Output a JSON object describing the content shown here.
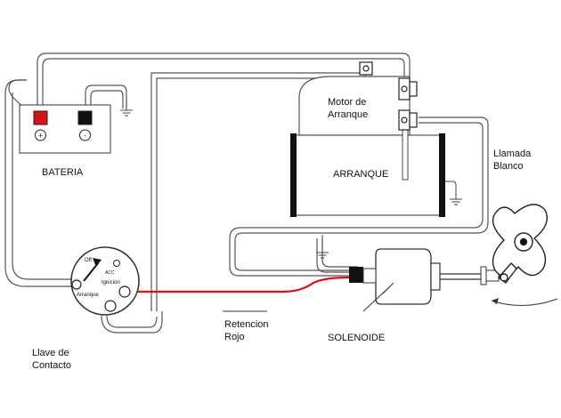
{
  "labels": {
    "bateria": "BATERIA",
    "motor_l1": "Motor de",
    "motor_l2": "Arranque",
    "arranque": "ARRANQUE",
    "llamada_l1": "Llamada",
    "llamada_l2": "Blanco",
    "llave_l1": "Llave de",
    "llave_l2": "Contacto",
    "retencion_l1": "Retencion",
    "retencion_l2": "Rojo",
    "solenoide": "SOLENOIDE"
  },
  "battery": {
    "positive_symbol": "+",
    "negative_symbol": "-"
  },
  "ignition_switch": {
    "off_label": "Off",
    "acc_label": "ACC",
    "ignicion_label": "Ignicion",
    "arranque_label": "Arranque"
  },
  "colors": {
    "wire": "#555555",
    "red_wire": "#e01010",
    "positive_post": "#dd1111",
    "negative_post": "#111111",
    "starter_band": "#111111"
  }
}
